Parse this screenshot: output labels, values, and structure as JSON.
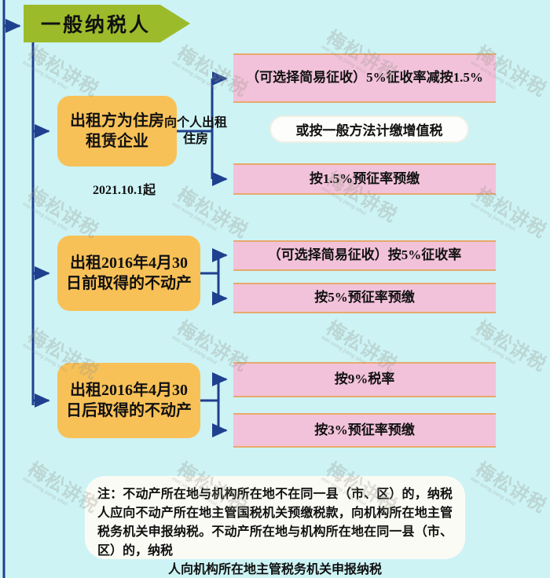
{
  "page": {
    "background_color": "#cdf3f5",
    "watermark_text": "梅松讲税",
    "watermark_subtext": "mei song jiang shui"
  },
  "banner": {
    "label": "一般纳税人",
    "color": "#9cbb2a"
  },
  "categories": [
    {
      "id": "housing-rental-enterprise",
      "label": "出租方为住房租赁企业",
      "color": "#f8c158",
      "note": "2021.10.1起",
      "edge_label": "向个人出租住房"
    },
    {
      "id": "property-before-20160430",
      "label": "出租2016年4月30日前取得的不动产",
      "color": "#f8c158"
    },
    {
      "id": "property-after-20160430",
      "label": "出租2016年4月30日后取得的不动产",
      "color": "#f8c158"
    }
  ],
  "outcomes": {
    "color": "#f2c2da",
    "border_color": "#e8a96c",
    "group1": [
      "（可选择简易征收）5%征收率减按1.5%",
      "按1.5%预征率预缴"
    ],
    "group1_alt": "或按一般方法计缴增值税",
    "group2": [
      "（可选择简易征收）按5%征收率",
      "按5%预征率预缴"
    ],
    "group3": [
      "按9%税率",
      "按3%预征率预缴"
    ]
  },
  "footnote": {
    "main": "注：不动产所在地与机构所在地不在同一县（市、区）的，纳税人应向不动产所在地主管国税机关预缴税款，向机构所在地主管税务机关申报纳税。不动产所在地与机构所在地在同一县（市、区）的，纳税",
    "last_line": "人向机构所在地主管税务机关申报纳税"
  },
  "connector": {
    "color": "#1f3f8f"
  }
}
